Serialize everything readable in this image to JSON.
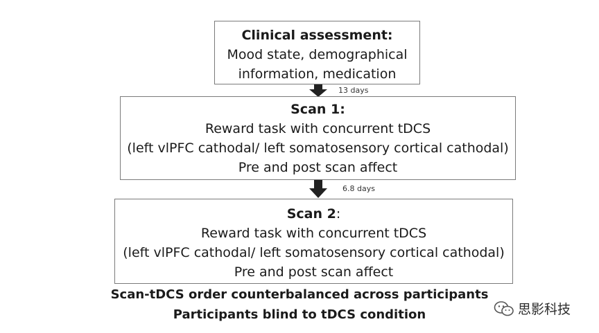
{
  "steps": [
    {
      "heading": "Clinical assessment:",
      "lines": [
        "Mood state, demographical",
        "information, medication"
      ]
    },
    {
      "heading": "Scan 1:",
      "lines": [
        "Reward task with concurrent tDCS",
        "(left vlPFC cathodal/ left somatosensory cortical cathodal)",
        "Pre and post scan affect"
      ]
    },
    {
      "heading": "Scan 2",
      "heading_suffix": ":",
      "lines": [
        "Reward task with concurrent tDCS",
        "(left vlPFC cathodal/ left somatosensory cortical cathodal)",
        "Pre and post scan affect"
      ]
    }
  ],
  "intervals": [
    "13 days",
    "6.8 days"
  ],
  "notes": [
    "Scan-tDCS order counterbalanced across participants",
    "Participants blind to tDCS condition"
  ],
  "watermark": {
    "icon": "wechat-icon",
    "text": "思影科技"
  },
  "colors": {
    "arrow": "#222222",
    "border": "#7a7a7a"
  }
}
